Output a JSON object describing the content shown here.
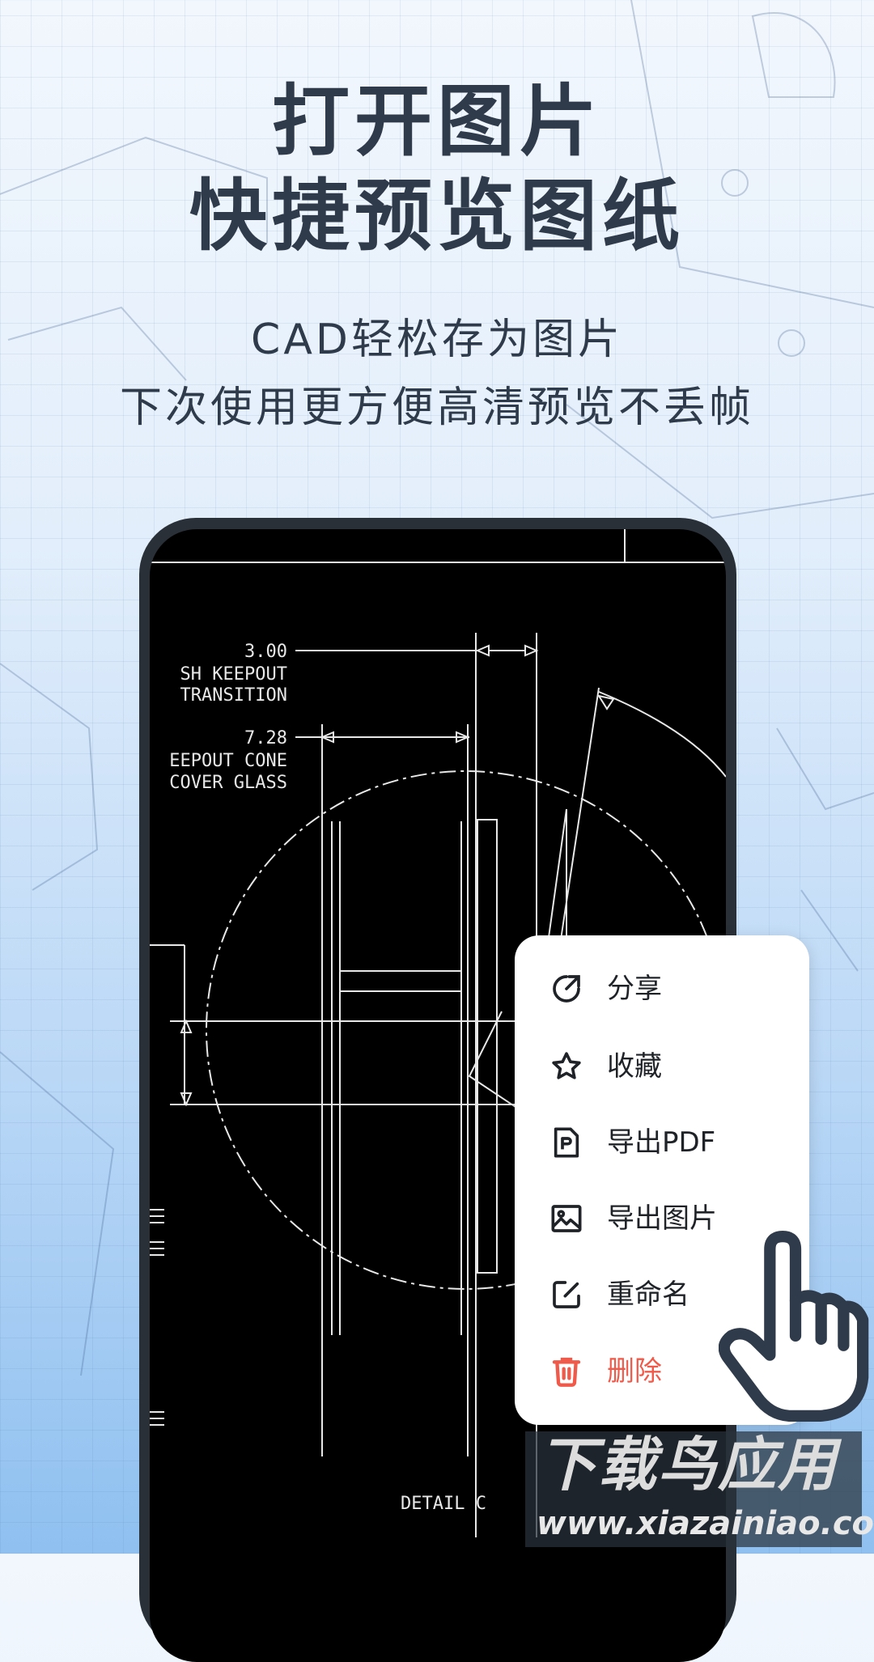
{
  "headline": {
    "line1": "打开图片",
    "line2": "快捷预览图纸"
  },
  "subtitle": {
    "line1": "CAD轻松存为图片",
    "line2": "下次使用更方便高清预览不丢帧"
  },
  "drawing": {
    "labels": [
      "3.00",
      "SH KEEPOUT",
      "TRANSITION",
      "7.28",
      "EEPOUT CONE",
      "COVER GLASS",
      "DETAIL C"
    ]
  },
  "menu": {
    "items": [
      {
        "label": "分享",
        "icon": "share-icon"
      },
      {
        "label": "收藏",
        "icon": "star-icon"
      },
      {
        "label": "导出PDF",
        "icon": "pdf-file-icon"
      },
      {
        "label": "导出图片",
        "icon": "image-icon"
      },
      {
        "label": "重命名",
        "icon": "edit-icon"
      },
      {
        "label": "删除",
        "icon": "trash-icon",
        "color": "#ef5a4a"
      }
    ]
  },
  "watermark": {
    "name": "下载鸟应用",
    "url": "www.xiazainiao.com"
  },
  "colors": {
    "text": "#2f3b4a",
    "danger": "#ef5a4a",
    "menu_bg": "#ffffff"
  }
}
